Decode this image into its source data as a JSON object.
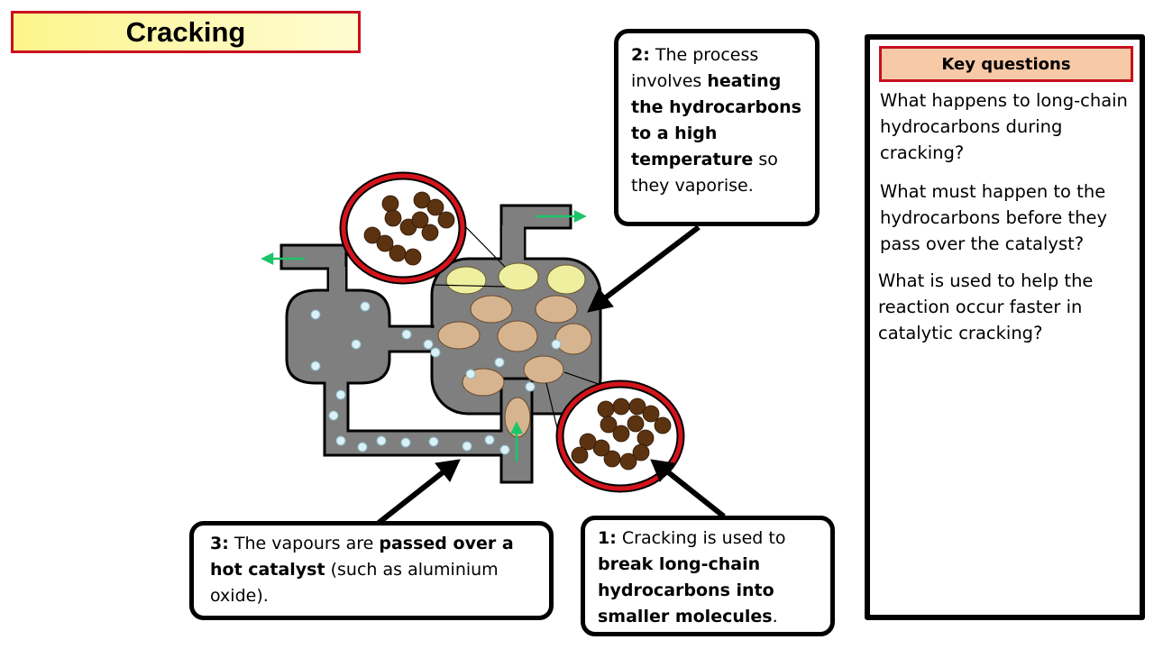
{
  "title": "Cracking",
  "callouts": {
    "step2": {
      "number": "2:",
      "parts": [
        " The process involves ",
        "heating the hydrocarbons to a high temperature",
        " so they vaporise."
      ]
    },
    "step3": {
      "number": "3:",
      "parts": [
        " The vapours are ",
        "passed over a hot catalyst",
        " (such as aluminium oxide)."
      ]
    },
    "step1": {
      "number": "1:",
      "parts": [
        " Cracking is used to ",
        "break long-chain hydrocarbons into smaller molecules",
        "."
      ]
    }
  },
  "key_questions": {
    "header": "Key questions",
    "questions": [
      "What happens to long-chain hydrocarbons during cracking?",
      "What must happen to the hydrocarbons before they pass over the catalyst?",
      "What is used to help the reaction occur faster in catalytic cracking?"
    ]
  },
  "diagram": {
    "description": "Catalytic cracking apparatus with magnified views of hydrocarbon molecules",
    "colors": {
      "apparatus": "#7f7f7f",
      "outline": "#000000",
      "magnifier_ring": "#d4141c",
      "molecule": "#5c3310",
      "long_chain_cloud": "#d6b48f",
      "short_chain_cloud": "#eef0a0",
      "catalyst_bead": "#d9f1f7",
      "flow_arrow": "#1ec46a",
      "title_border": "#c8101e",
      "kq_header_fill": "#f7c9a7"
    }
  }
}
